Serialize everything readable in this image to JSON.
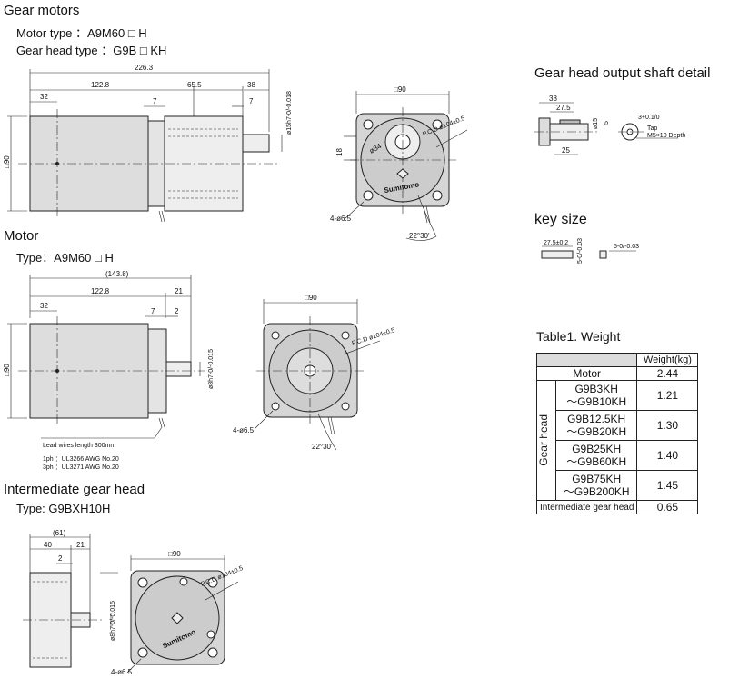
{
  "gear_motors": {
    "title": "Gear motors",
    "motor_type": "Motor type ：A9M60 □ H",
    "gear_head_type": "Gear head type ：G9B □ KH",
    "dims": {
      "total": "226.3",
      "d122": "122.8",
      "d65": "65.5",
      "d38": "38",
      "d32": "32",
      "d7a": "7",
      "d7b": "7",
      "shaft": "ø15h7-0/-0.018",
      "sq90": "□90",
      "h90": "□90",
      "d18": "18",
      "d34": "ø34",
      "pcd": "P.C.D ø104±0.5",
      "holes": "4-ø6.5",
      "angle": "22°30'",
      "brand": "Sumitomo"
    }
  },
  "motor": {
    "title": "Motor",
    "type": "Type：A9M60 □ H",
    "dims": {
      "total": "(143.8)",
      "d122": "122.8",
      "d21": "21",
      "d32": "32",
      "d7": "7",
      "d2": "2",
      "h90": "□90",
      "shaft": "ø8h7-0/-0.015",
      "sq90": "□90",
      "pcd": "P.C.D ø104±0.5",
      "holes": "4-ø6.5",
      "angle": "22°30'"
    },
    "lead_note": "Lead wires length 300mm",
    "lead_1ph": "1ph ：UL3266 AWG No.20",
    "lead_3ph": "3ph ：UL3271 AWG No.20"
  },
  "intermediate": {
    "title": "Intermediate gear head",
    "type": "Type: G9BXH10H",
    "dims": {
      "total": "(61)",
      "d40": "40",
      "d21": "21",
      "d2": "2",
      "bore": "ø8h7-0/-0.015",
      "sq90": "□90",
      "pcd": "P.C.D ø104±0.5",
      "holes": "4-ø6.5",
      "brand": "Sumitomo"
    }
  },
  "shaft_detail": {
    "title": "Gear head output shaft detail",
    "dims": {
      "d38": "38",
      "d27": "27.5",
      "d25": "25",
      "d15": "ø15",
      "d5": "5",
      "d3": "3+0.1/0",
      "tap": "Tap",
      "tap_size": "M5×10 Depth"
    }
  },
  "key_size": {
    "title": "key size",
    "d27": "27.5±0.2",
    "d5a": "5-0/-0.03",
    "d5b": "5-0/-0.03"
  },
  "weight_table": {
    "title": "Table1. Weight",
    "header": "Weight(kg)",
    "group_label": "Gear head",
    "motor_label": "Motor",
    "motor_value": "2.44",
    "rows": [
      {
        "l1": "G9B3KH",
        "l2": "～G9B10KH",
        "value": "1.21"
      },
      {
        "l1": "G9B12.5KH",
        "l2": "～G9B20KH",
        "value": "1.30"
      },
      {
        "l1": "G9B25KH",
        "l2": "～G9B60KH",
        "value": "1.40"
      },
      {
        "l1": "G9B75KH",
        "l2": "～G9B200KH",
        "value": "1.45"
      }
    ],
    "inter_label": "Intermediate gear head",
    "inter_value": "0.65"
  }
}
